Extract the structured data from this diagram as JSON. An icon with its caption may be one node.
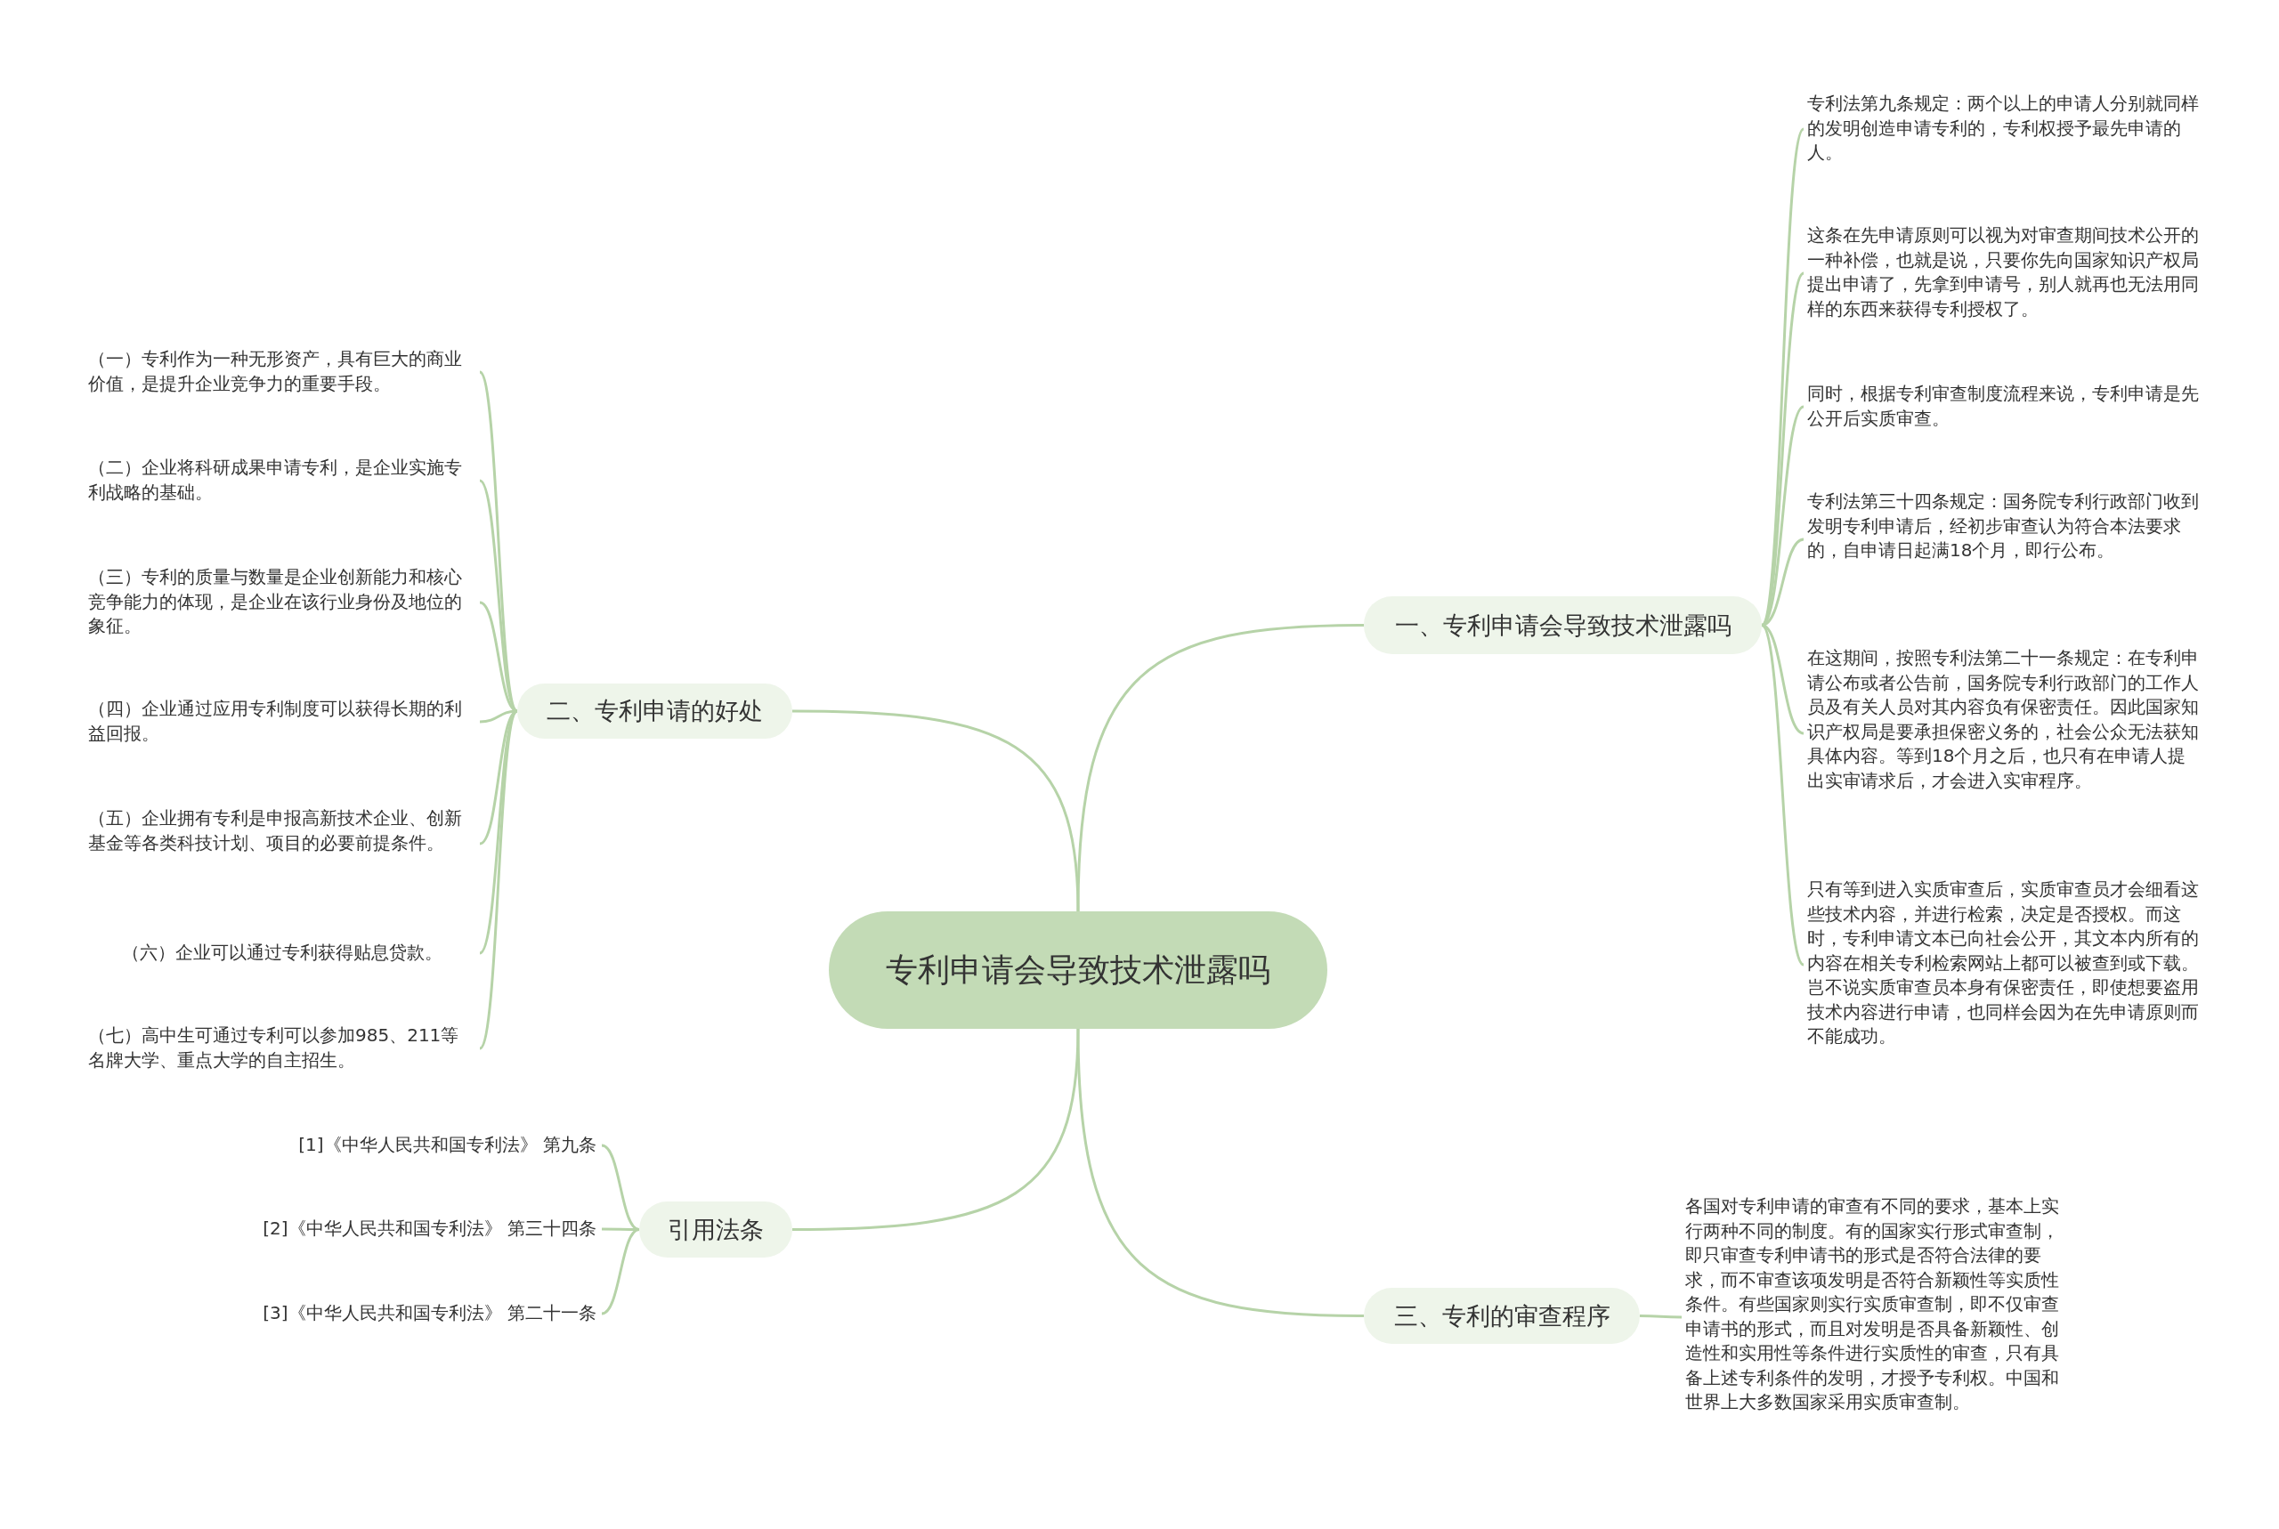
{
  "diagram": {
    "nodes": [
      {
        "text": [
          "专利申请会导致技术泄露吗"
        ]
      },
      {
        "text": [
          "一、专利申请会导致技术泄露吗"
        ]
      },
      {
        "text": [
          "专利法第九条规定：两个以上的申请人分别就同样的发明创造申请专利的，专利权授予最先申请的人。"
        ]
      },
      {
        "text": [
          "这条在先申请原则可以视为对审查期间技术公开的一种补偿，也就是说，只要你先向国家知识产权局提出申请了，先拿到申请号，别人就再也无法用同样的东西来获得专利授权了。"
        ]
      },
      {
        "text": [
          "同时，根据专利审查制度流程来说，专利申请是先公开后实质审查。"
        ]
      },
      {
        "text": [
          "专利法第三十四条规定：国务院专利行政部门收到发明专利申请后，经初步审查认为符合本法要求的，自申请日起满18个月，即行公布。"
        ]
      },
      {
        "text": [
          "在这期间，按照专利法第二十一条规定：在专利申请公布或者公告前，国务院专利行政部门的工作人员及有关人员对其内容负有保密责任。因此国家知识产权局是要承担保密义务的，社会公众无法获知具体内容。等到18个月之后，也只有在申请人提出实审请求后，才会进入实审程序。"
        ]
      },
      {
        "text": [
          "只有等到进入实质审查后，实质审查员才会细看这些技术内容，并进行检索，决定是否授权。而这时，专利申请文本已向社会公开，其文本内所有的内容在相关专利检索网站上都可以被查到或下载。岂不说实质审查员本身有保密责任，即使想要盗用技术内容进行申请，也同样会因为在先申请原则而不能成功。"
        ]
      },
      {
        "text": [
          "二、专利申请的好处"
        ]
      },
      {
        "text": [
          "（一）专利作为一种无形资产，具有巨大的商业价值，是提升企业竞争力的重要手段。"
        ]
      },
      {
        "text": [
          "（二）企业将科研成果申请专利，是企业实施专利战略的基础。"
        ]
      },
      {
        "text": [
          "（三）专利的质量与数量是企业创新能力和核心竞争能力的体现，是企业在该行业身份及地位的象征。"
        ]
      },
      {
        "text": [
          "（四）企业通过应用专利制度可以获得长期的利益回报。"
        ]
      },
      {
        "text": [
          "（五）企业拥有专利是申报高新技术企业、创新基金等各类科技计划、项目的必要前提条件。"
        ]
      },
      {
        "text": [
          "（六）企业可以通过专利获得贴息贷款。"
        ]
      },
      {
        "text": [
          "（七）高中生可通过专利可以参加985、211等名牌大学、重点大学的自主招生。"
        ]
      },
      {
        "text": [
          "引用法条"
        ]
      },
      {
        "text": [
          "[1]《中华人民共和国专利法》 第九条"
        ]
      },
      {
        "text": [
          "[2]《中华人民共和国专利法》 第三十四条"
        ]
      },
      {
        "text": [
          "[3]《中华人民共和国专利法》 第二十一条"
        ]
      },
      {
        "text": [
          "三、专利的审查程序"
        ]
      },
      {
        "text": [
          "各国对专利申请的审查有不同的要求，基本上实行两种不同的制度。有的国家实行形式审查制，即只审查专利申请书的形式是否符合法律的要求，而不审查该项发明是否符合新颖性等实质性条件。有些国家则实行实质审查制，即不仅审查申请书的形式，而且对发明是否具备新颖性、创造性和实用性等条件进行实质性的审查，只有具备上述专利条件的发明，才授予专利权。中国和世界上大多数国家采用实质审查制。"
        ]
      }
    ],
    "edges": [
      {
        "from": 0,
        "to": 1,
        "arrow": "none"
      },
      {
        "from": 1,
        "to": 2,
        "arrow": "none"
      },
      {
        "from": 1,
        "to": 3,
        "arrow": "none"
      },
      {
        "from": 1,
        "to": 4,
        "arrow": "none"
      },
      {
        "from": 1,
        "to": 5,
        "arrow": "none"
      },
      {
        "from": 1,
        "to": 6,
        "arrow": "none"
      },
      {
        "from": 1,
        "to": 7,
        "arrow": "none"
      },
      {
        "from": 0,
        "to": 8,
        "arrow": "none"
      },
      {
        "from": 8,
        "to": 9,
        "arrow": "none"
      },
      {
        "from": 8,
        "to": 10,
        "arrow": "none"
      },
      {
        "from": 8,
        "to": 11,
        "arrow": "none"
      },
      {
        "from": 8,
        "to": 12,
        "arrow": "none"
      },
      {
        "from": 8,
        "to": 13,
        "arrow": "none"
      },
      {
        "from": 8,
        "to": 14,
        "arrow": "none"
      },
      {
        "from": 8,
        "to": 15,
        "arrow": "none"
      },
      {
        "from": 0,
        "to": 16,
        "arrow": "none"
      },
      {
        "from": 16,
        "to": 17,
        "arrow": "none"
      },
      {
        "from": 16,
        "to": 18,
        "arrow": "none"
      },
      {
        "from": 16,
        "to": 19,
        "arrow": "none"
      },
      {
        "from": 0,
        "to": 20,
        "arrow": "none"
      },
      {
        "from": 20,
        "to": 21,
        "arrow": "none"
      }
    ]
  }
}
